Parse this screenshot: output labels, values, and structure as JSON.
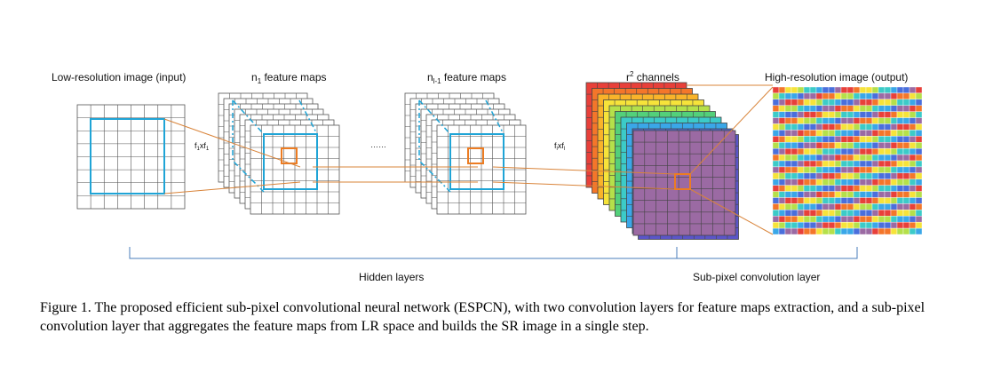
{
  "labels": {
    "input": "Low-resolution image (input)",
    "feat1_n": "n",
    "feat1_sub": "1",
    "feat1_rest": " feature maps",
    "feat2_n": "n",
    "feat2_sub": "l-1",
    "feat2_rest": " feature maps",
    "channels_r": "r",
    "channels_sup": "2",
    "channels_rest": " channels",
    "output": "High-resolution image (output)",
    "kernel1_a": "f",
    "kernel1_sub_a": "1",
    "kernel1_x": "xf",
    "kernel1_sub_b": "1",
    "kernel2_a": "f",
    "kernel2_sub_a": "l",
    "kernel2_x": "xf",
    "kernel2_sub_b": "l",
    "ellipsis": "……",
    "hidden_layers": "Hidden layers",
    "subpixel_layer": "Sub-pixel convolution layer"
  },
  "caption": "Figure 1. The proposed efficient sub-pixel convolutional neural network (ESPCN), with two convolution layers for feature maps extraction, and a sub-pixel convolution layer that aggregates the feature maps from LR space and builds the SR image in a single step.",
  "colors": {
    "grid_line": "#555555",
    "highlight_blue": "#1fa4d6",
    "highlight_orange": "#ec7c22",
    "connector": "#d9843a",
    "brace": "#4a7ebb",
    "channel_stack": [
      "#e8403a",
      "#f4762a",
      "#f9b32a",
      "#f6e33a",
      "#b5e04a",
      "#53d07a",
      "#3ccbc8",
      "#3aa7e8",
      "#4a6fdc",
      "#5b55c9"
    ],
    "front_channel": "#9b6aa3",
    "output_palette": [
      "#e8403a",
      "#f4762a",
      "#f6e33a",
      "#b5e04a",
      "#3ccbc8",
      "#3aa7e8",
      "#4a6fdc",
      "#9b6aa3"
    ]
  }
}
